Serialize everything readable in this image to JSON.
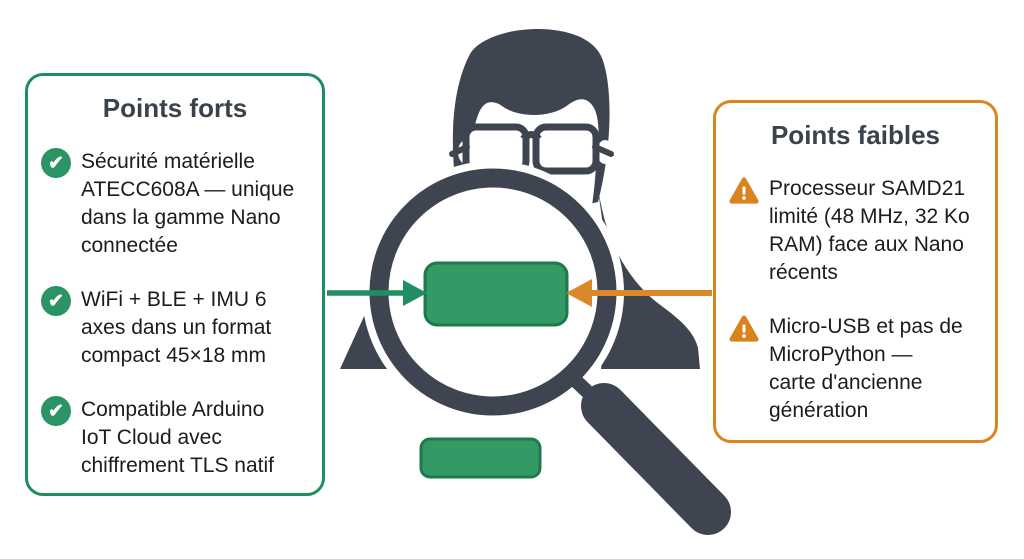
{
  "colors": {
    "accent_green": "#1f8e5e",
    "accent_orange": "#d9861f",
    "silhouette_gray": "#3e4550",
    "board_green": "#339a66",
    "board_border_green": "#1e7a4b",
    "check_icon_green": "#2a9464",
    "title_gray": "#3a424b",
    "body_text": "#1b1c1e"
  },
  "strengths_panel": {
    "title": "Points forts",
    "items": [
      {
        "icon": "check-circle-icon",
        "text": "Sécurité matérielle\nATECC608A — unique\ndans la gamme Nano\nconnectée"
      },
      {
        "icon": "check-circle-icon",
        "text": "WiFi + BLE + IMU 6\naxes dans un format\ncompact 45×18 mm"
      },
      {
        "icon": "check-circle-icon",
        "text": "Compatible Arduino\nIoT Cloud avec\nchiffrement TLS natif"
      }
    ]
  },
  "weaknesses_panel": {
    "title": "Points faibles",
    "items": [
      {
        "icon": "warning-triangle-icon",
        "text": "Processeur SAMD21\nlimité (48 MHz, 32 Ko\nRAM) face aux Nano\nrécents"
      },
      {
        "icon": "warning-triangle-icon",
        "text": "Micro-USB et pas de\nMicroPython —\ncarte d'ancienne\ngénération"
      }
    ]
  },
  "figure": {
    "icons": [
      "person-silhouette-icon",
      "glasses-icon",
      "magnifier-icon",
      "board-highlight",
      "board-edge",
      "strengths-arrow",
      "weaknesses-arrow"
    ]
  },
  "check_glyph": "✔"
}
